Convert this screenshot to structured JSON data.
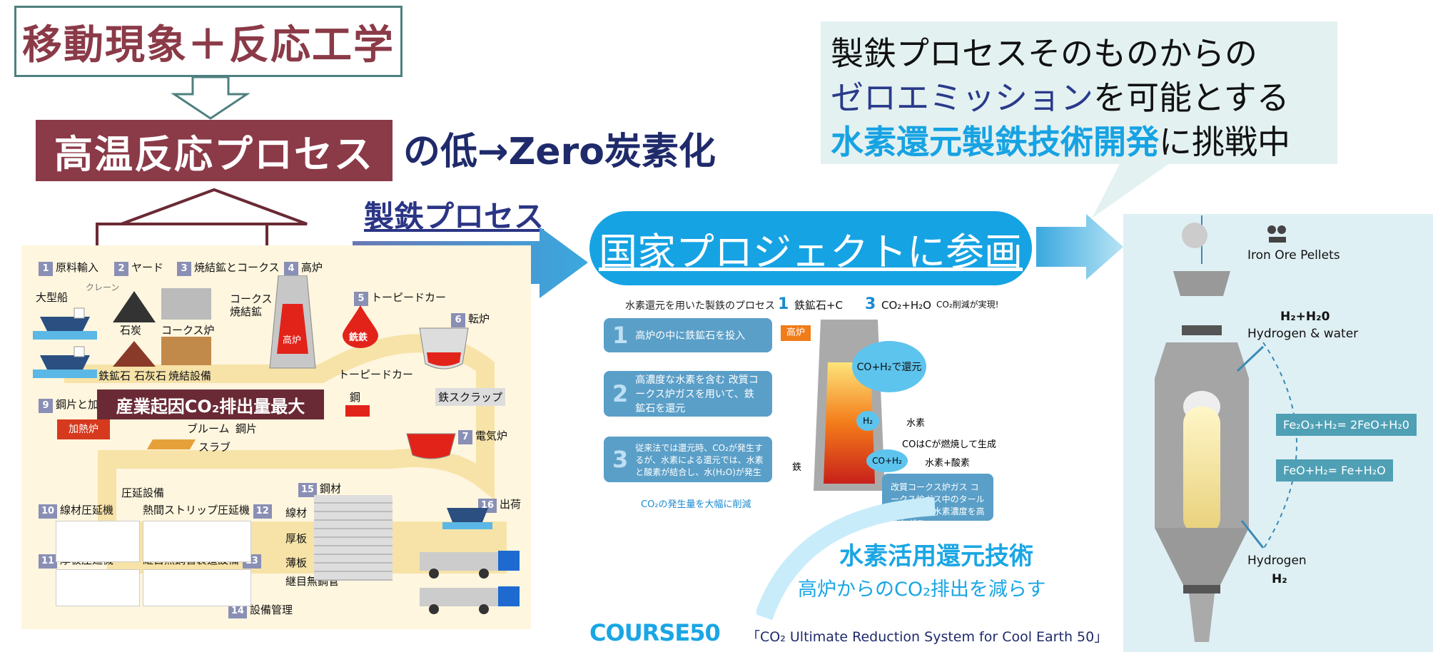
{
  "header": {
    "title": "移動現象＋反応工学",
    "process_box": "高温反応プロセス",
    "low_carbon": "の低→Zero炭素化"
  },
  "zero_emission": {
    "line1": "製鉄プロセスそのものからの",
    "line2_a": "ゼロエミッション",
    "line2_b": "を可能とする",
    "line3_a": "水素還元製鉄技術開発",
    "line3_b": "に挑戦中"
  },
  "flow": {
    "seitetsu_label": "製鉄プロセス",
    "national_project": "国家プロジェクトに参画"
  },
  "left_diagram": {
    "highlight_label": "産業起因CO₂排出量最大",
    "stages": [
      {
        "num": "1",
        "label": "原料輸入"
      },
      {
        "num": "2",
        "label": "ヤード"
      },
      {
        "num": "3",
        "label": "焼結鉱とコークス"
      },
      {
        "num": "4",
        "label": "高炉"
      },
      {
        "num": "5",
        "label": "トーピードカー"
      },
      {
        "num": "6",
        "label": "転炉"
      },
      {
        "num": "7",
        "label": "電気炉"
      },
      {
        "num": "9",
        "label": "鋼片と加"
      },
      {
        "num": "10",
        "label": "線材圧延機"
      },
      {
        "num": "11",
        "label": "厚板圧延機"
      },
      {
        "num": "12",
        "label": "熱間ストリップ圧延機"
      },
      {
        "num": "13",
        "label": "継目無鋼管製造設備"
      },
      {
        "num": "14",
        "label": "設備管理"
      },
      {
        "num": "15",
        "label": "鋼材"
      },
      {
        "num": "16",
        "label": "出荷"
      }
    ],
    "labels": {
      "ship": "大型船",
      "crane": "クレーン",
      "coal": "石炭",
      "coke_oven": "コークス炉",
      "iron_ore": "鉄鉱石",
      "limestone": "石灰石",
      "sinter": "焼結設備",
      "coke_sinter": "コークス\n焼結鉱",
      "blast_furnace": "高炉",
      "pig_iron": "銑鉄",
      "torpedo": "トーピードカー",
      "steel": "鋼",
      "scrap": "鉄スクラップ",
      "reheat": "加熱炉",
      "bloom": "ブルーム",
      "billet": "鋼片",
      "slab": "スラブ",
      "rolling": "圧延設備",
      "wire": "線材",
      "plate": "厚板",
      "sheet": "薄板",
      "pipe": "継目無鋼管"
    }
  },
  "course50": {
    "process_title": "水素還元を用いた製鉄のプロセス",
    "steps": [
      {
        "num": "1",
        "text": "高炉の中に鉄鉱石を投入"
      },
      {
        "num": "2",
        "text": "高濃度な水素を含む 改質コークス炉ガスを用いて、鉄鉱石を還元"
      },
      {
        "num": "3",
        "text": "従来法では還元時、CO₂が発生するが、水素による還元では、水素と酸素が結合し、水(H₂O)が発生"
      }
    ],
    "reduce_note": "CO₂の発生量を大幅に削減",
    "top_input": "鉄鉱石+C",
    "top_output": "CO₂+H₂O",
    "top_result": "CO₂削減が実現!",
    "furnace_label": "高炉",
    "iron_label": "鉄",
    "cloud_label": "CO+H₂で還元",
    "h2_bubble": "H₂",
    "h2_label": "水素",
    "co_note": "COはCが燃焼して生成",
    "coh2_bubble": "CO+H₂",
    "coh2_label": "水素+酸素",
    "gas_box": "改質コークス炉ガス コークス炉ガス中のタールを改質して水素濃度を高めたガス",
    "tech_title": "水素活用還元技術",
    "tech_sub": "高炉からのCO₂排出を減らす",
    "logo": "COURSE50",
    "tagline": "「CO₂ Ultimate Reduction System for Cool Earth 50」"
  },
  "right_diagram": {
    "pellets": "Iron Ore Pellets",
    "h2h2o_formula": "H₂+H₂0",
    "h2h2o_label": "Hydrogen & water",
    "eq1": "Fe₂O₃+H₂= 2FeO+H₂0",
    "eq2": "FeO+H₂= Fe+H₂O",
    "hydrogen_label": "Hydrogen",
    "h2_formula": "H₂"
  }
}
